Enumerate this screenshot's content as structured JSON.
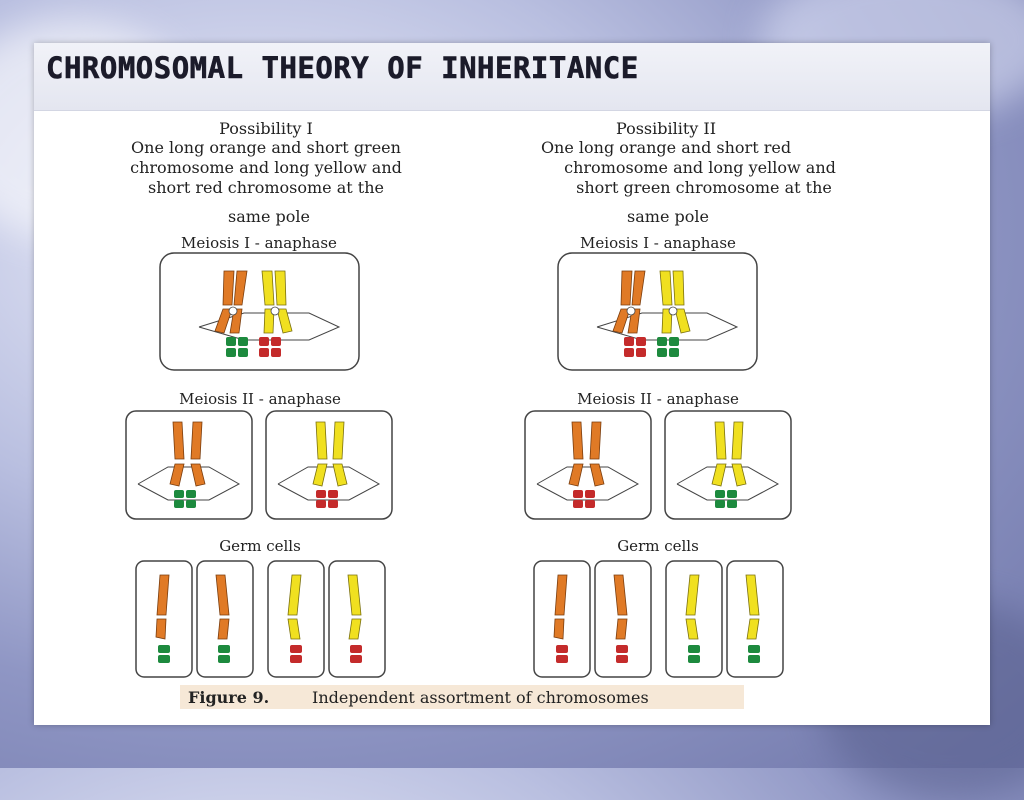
{
  "slide": {
    "title": "Chromosomal Theory of Inheritance"
  },
  "figure": {
    "left": {
      "heading": "Possibility I",
      "desc_lines": [
        "One long orange and short green",
        "chromosome and long yellow and",
        "short red chromosome at the"
      ],
      "same_pole": "same pole",
      "meiosis1": "Meiosis I - anaphase",
      "meiosis2": "Meiosis II - anaphase",
      "germ": "Germ cells"
    },
    "right": {
      "heading": "Possibility II",
      "desc_lines": [
        "One long orange and short red",
        "chromosome and long yellow and",
        "short green chromosome at the"
      ],
      "same_pole": "same pole",
      "meiosis1": "Meiosis I - anaphase",
      "meiosis2": "Meiosis II - anaphase",
      "germ": "Germ cells"
    },
    "caption_label": "Figure 9.",
    "caption_text": "Independent assortment of chromosomes",
    "colors": {
      "orange": "#e07a26",
      "yellow": "#f0e020",
      "green": "#1d8a3e",
      "red": "#c42b2b"
    }
  }
}
